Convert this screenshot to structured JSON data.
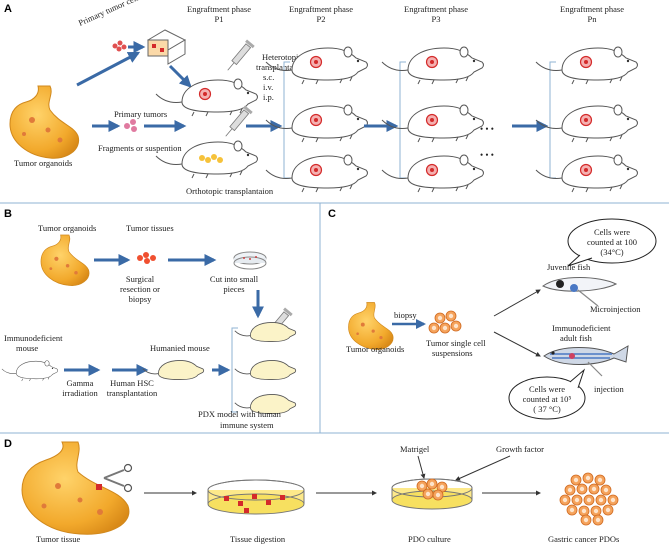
{
  "colors": {
    "arrow": "#3a6aa6",
    "divider": "#8fb3d3",
    "organ": "#f2a92c",
    "organ_dark": "#e08a1a",
    "tumor_spot": "#e07a3a",
    "cell": "#e8884a",
    "tumor_red": "#d42a2a",
    "mouse_line": "#555555",
    "fish_blue": "#4a78c4"
  },
  "icons": [
    "stomach-organoid-icon",
    "mouse-icon",
    "syringe-icon",
    "petri-dish-icon",
    "zebrafish-icon",
    "culture-flask-icon",
    "stomach-icon",
    "scissors-icon"
  ],
  "panelA": {
    "letter": "A",
    "primary_tumor_cells": "Primary tumor cells",
    "primary_tumors": "Primary tumors",
    "fragments": "Fragments or suspention",
    "tumor_organoids": "Tumor organoids",
    "heterotopic": [
      "Heterotopic",
      "transplantation",
      "s.c.",
      "i.v.",
      "i.p."
    ],
    "orthotopic": "Orthotopic transplantaion",
    "phases": [
      {
        "title": "Engraftment phase",
        "sub": "P1"
      },
      {
        "title": "Engraftment phase",
        "sub": "P2"
      },
      {
        "title": "Engraftment phase",
        "sub": "P3"
      },
      {
        "title": "Engraftment phase",
        "sub": "Pn"
      }
    ],
    "ellipsis": "• • •"
  },
  "panelB": {
    "letter": "B",
    "tumor_organoids": "Tumor organoids",
    "tumor_tissues": "Tumor tissues",
    "surgical": [
      "Surgical",
      "resection or",
      "biopsy"
    ],
    "cut": [
      "Cut into small",
      "pieces"
    ],
    "immunodeficient": [
      "Immunodeficient",
      "mouse"
    ],
    "gamma": [
      "Gamma",
      "irradiation"
    ],
    "humanied": "Humanied mouse",
    "hsc": [
      "Human HSC",
      "transplantation"
    ],
    "pdx": [
      "PDX  model with human",
      "immune system"
    ]
  },
  "panelC": {
    "letter": "C",
    "tumor_organoids": "Tumor organoids",
    "biopsy": "biopsy",
    "single_cell": [
      "Tumor single cell",
      "suspensions"
    ],
    "juvenile": "Juvenile fish",
    "microinjection": "Microinjection",
    "adult": [
      "Immunodeficient",
      "adult fish"
    ],
    "injection": "injection",
    "bubble1": [
      "Cells were",
      "counted at 100",
      "(34°C)"
    ],
    "bubble2": [
      "Cells were",
      "counted at 10⁵",
      "( 37 °C)"
    ]
  },
  "panelD": {
    "letter": "D",
    "tumor_tissue": "Tumor tissue",
    "digestion": "Tissue digestion",
    "matrigel": "Matrigel",
    "growth_factor": "Growth factor",
    "pdo_culture": "PDO culture",
    "gastric_pdos": "Gastric cancer PDOs"
  }
}
